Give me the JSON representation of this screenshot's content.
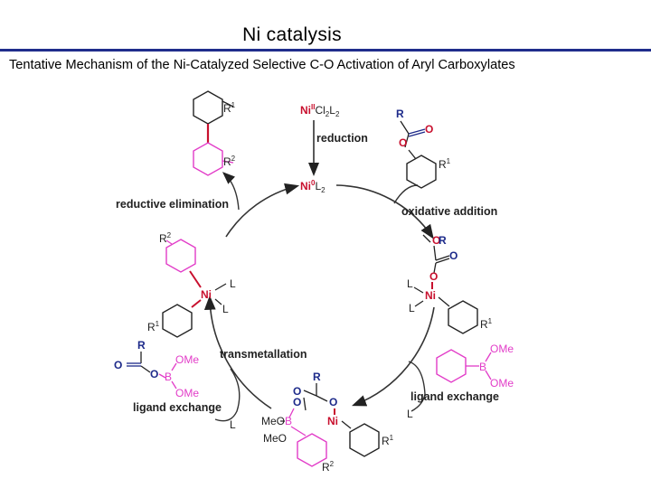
{
  "slide": {
    "title": "Ni catalysis",
    "subtitle": "Tentative Mechanism of the Ni-Catalyzed Selective C-O Activation of Aryl Carboxylates"
  },
  "colors": {
    "accent_rule": "#1f2d8c",
    "nickel": "#c8102e",
    "aryl_magenta": "#e23cc8",
    "carbonyl_navy": "#1d2a8a",
    "bond": "#222222"
  },
  "labels": {
    "reduction": "reduction",
    "reductive_elimination": "reductive elimination",
    "oxidative_addition": "oxidative addition",
    "transmetallation": "transmetallation",
    "ligand_exchange_right": "ligand exchange",
    "ligand_exchange_left": "ligand exchange"
  },
  "atoms": {
    "ni": "Ni",
    "ni_precursor_ox": "II",
    "ni_precursor_ligands": "Cl",
    "ni_precursor_ligands_sub1": "2",
    "ni_precursor_l": "L",
    "ni_precursor_sub2": "2",
    "ni_zero_ox": "0",
    "ni_zero_l": "L",
    "ni_zero_sub": "2",
    "L": "L",
    "R": "R",
    "O": "O",
    "B": "B",
    "OMe": "OMe",
    "MeO": "MeO",
    "R1_R": "R",
    "R1_sup": "1",
    "R2_R": "R",
    "R2_sup": "2"
  },
  "icons": [
    "cycle-arrow",
    "curved-arrow",
    "benzene-ring"
  ]
}
